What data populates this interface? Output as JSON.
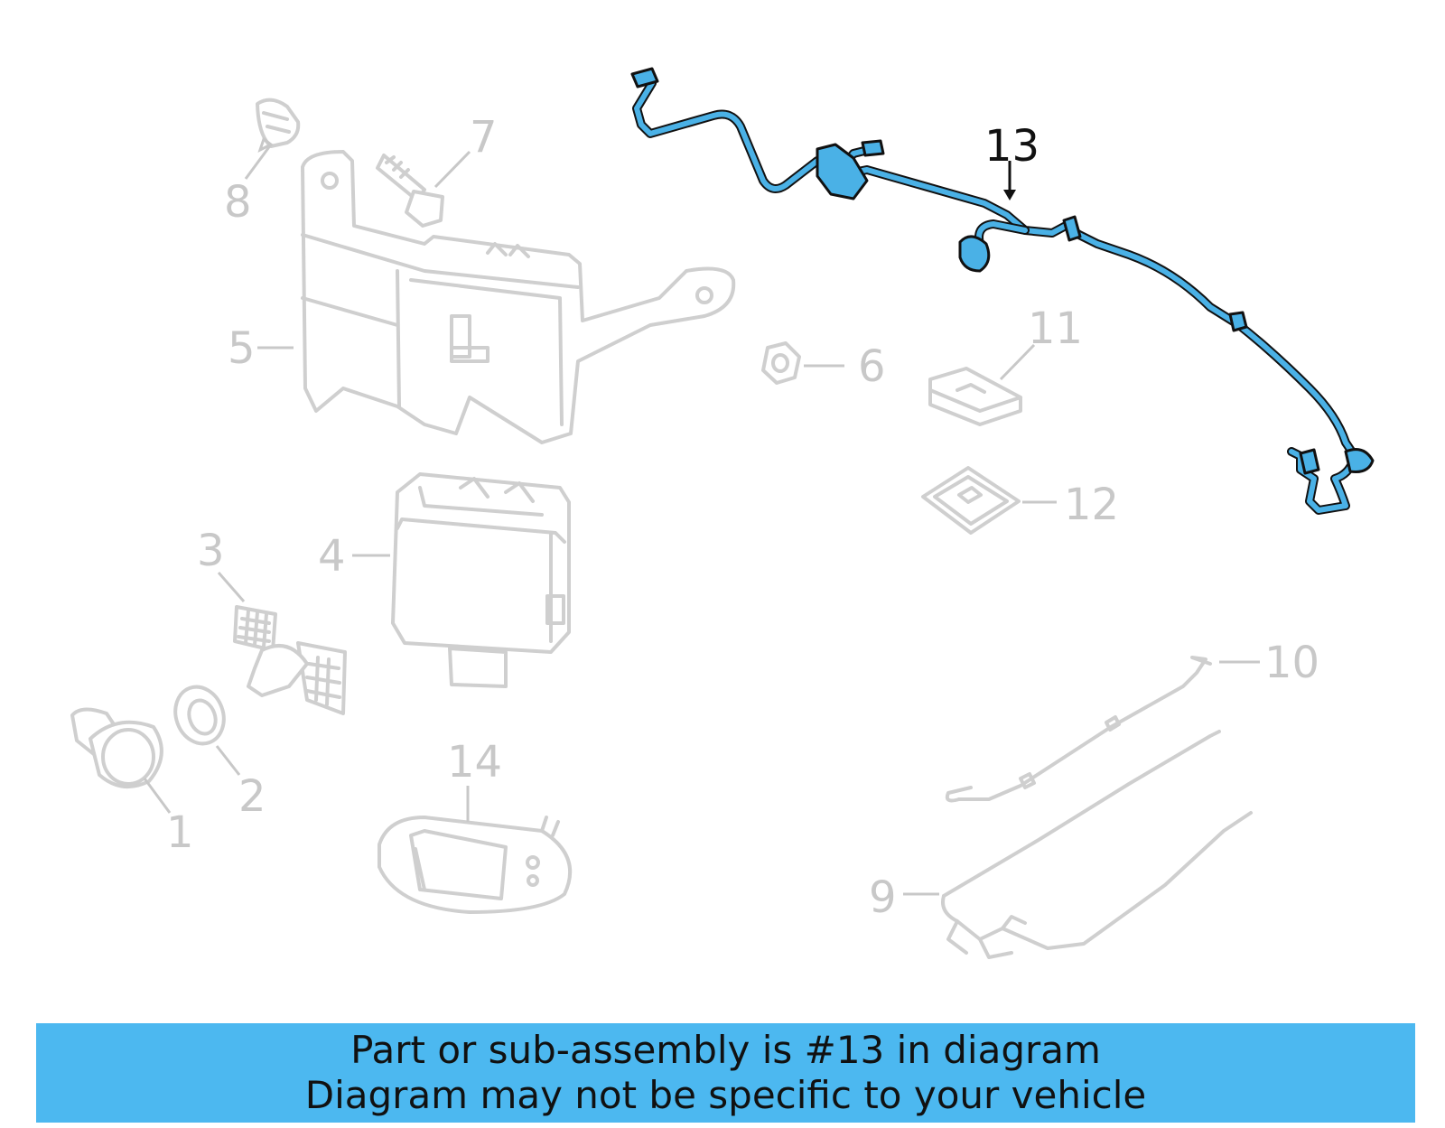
{
  "callouts": [
    {
      "id": "1",
      "text": "1"
    },
    {
      "id": "2",
      "text": "2"
    },
    {
      "id": "3",
      "text": "3"
    },
    {
      "id": "4",
      "text": "4"
    },
    {
      "id": "5",
      "text": "5"
    },
    {
      "id": "6",
      "text": "6"
    },
    {
      "id": "7",
      "text": "7"
    },
    {
      "id": "8",
      "text": "8"
    },
    {
      "id": "9",
      "text": "9"
    },
    {
      "id": "10",
      "text": "10"
    },
    {
      "id": "11",
      "text": "11"
    },
    {
      "id": "12",
      "text": "12"
    },
    {
      "id": "13",
      "text": "13"
    },
    {
      "id": "14",
      "text": "14"
    }
  ],
  "highlight_part": "13",
  "colors": {
    "highlight": "#4ab1e6",
    "banner": "#4cb8f0",
    "muted": "#c8c8c8"
  },
  "banner": {
    "line1": "Part or sub-assembly is #13 in diagram",
    "line2": "Diagram may not be specific to your vehicle"
  }
}
